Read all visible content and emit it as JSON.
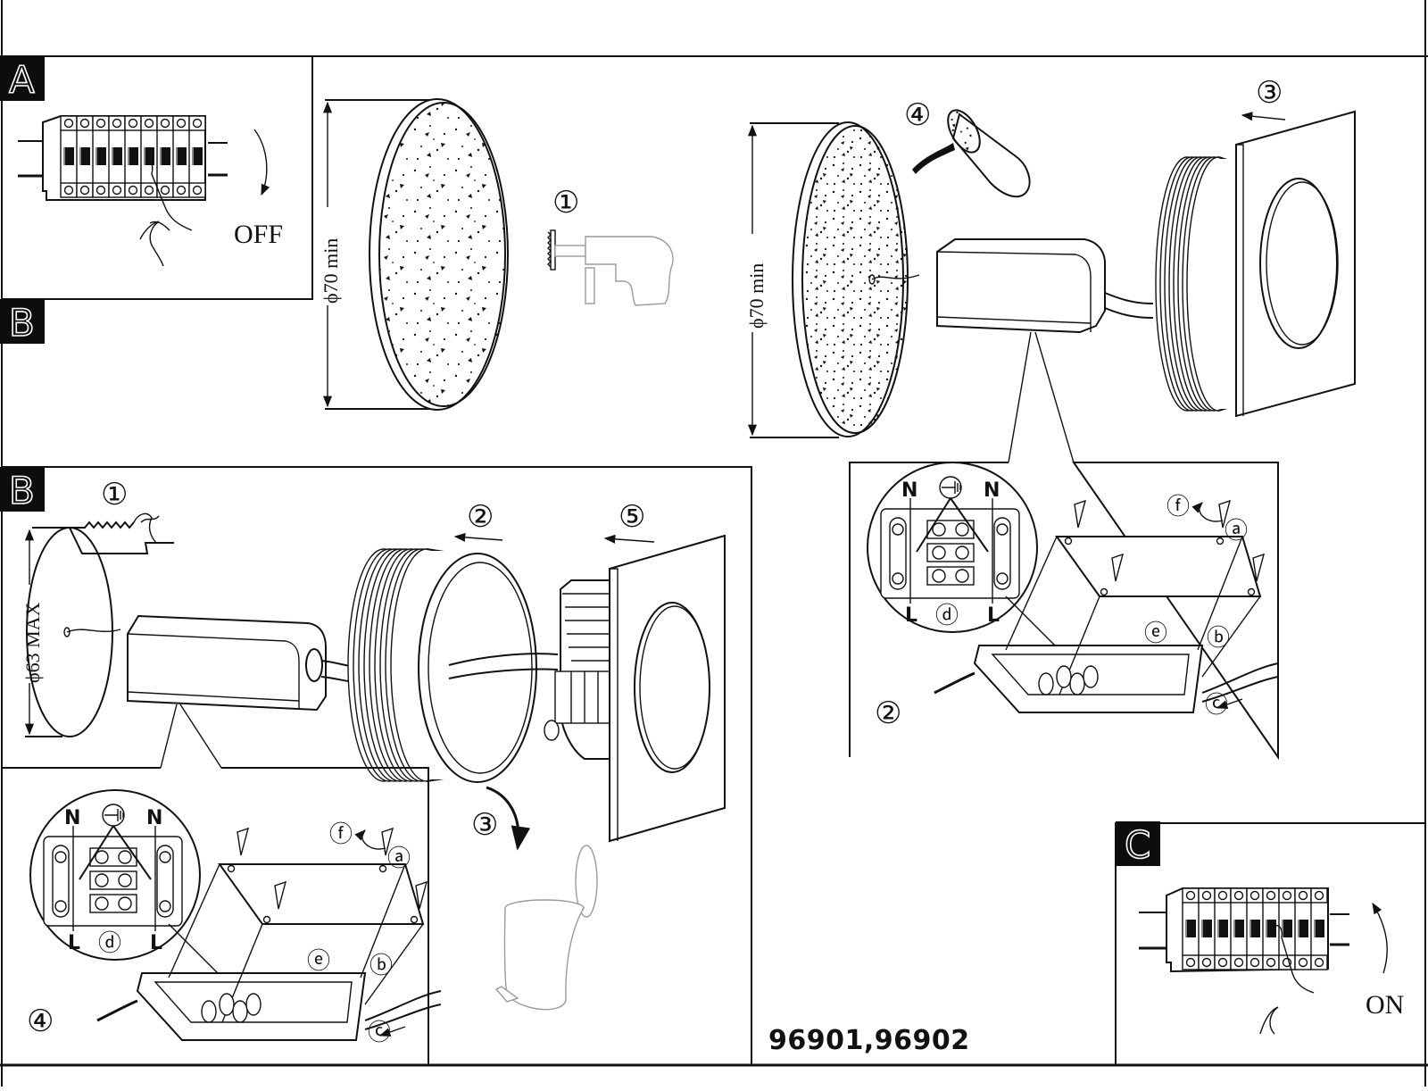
{
  "document": {
    "type": "installation-instructions",
    "model_number": "96901,96902"
  },
  "sections": {
    "A": {
      "label": "A",
      "switch_state": "OFF"
    },
    "B_top": {
      "label": "B",
      "dimension_left": "ϕ70 min",
      "dimension_right": "ϕ70 min",
      "steps": {
        "drill": "①",
        "pour": "④",
        "insert": "③"
      },
      "detail": {
        "step": "②",
        "earth_symbol": "⏚",
        "terminals": {
          "n_left": "N",
          "n_right": "N",
          "l_left": "L",
          "l_right": "L"
        },
        "callouts": {
          "a": "ⓐ",
          "b": "ⓑ",
          "c": "ⓒ",
          "d": "ⓓ",
          "e": "ⓔ",
          "f": "ⓕ"
        }
      }
    },
    "B_bottom": {
      "label": "B",
      "dimension": "ϕ63 MAX",
      "steps": {
        "cut": "①",
        "push": "②",
        "discard": "③",
        "mount": "⑤"
      },
      "detail": {
        "step": "④",
        "terminals": {
          "n_left": "N",
          "n_right": "N",
          "l_left": "L",
          "l_right": "L"
        },
        "callouts": {
          "a": "ⓐ",
          "b": "ⓑ",
          "c": "ⓒ",
          "d": "ⓓ",
          "e": "ⓔ",
          "f": "ⓕ"
        }
      }
    },
    "C": {
      "label": "C",
      "switch_state": "ON"
    }
  }
}
